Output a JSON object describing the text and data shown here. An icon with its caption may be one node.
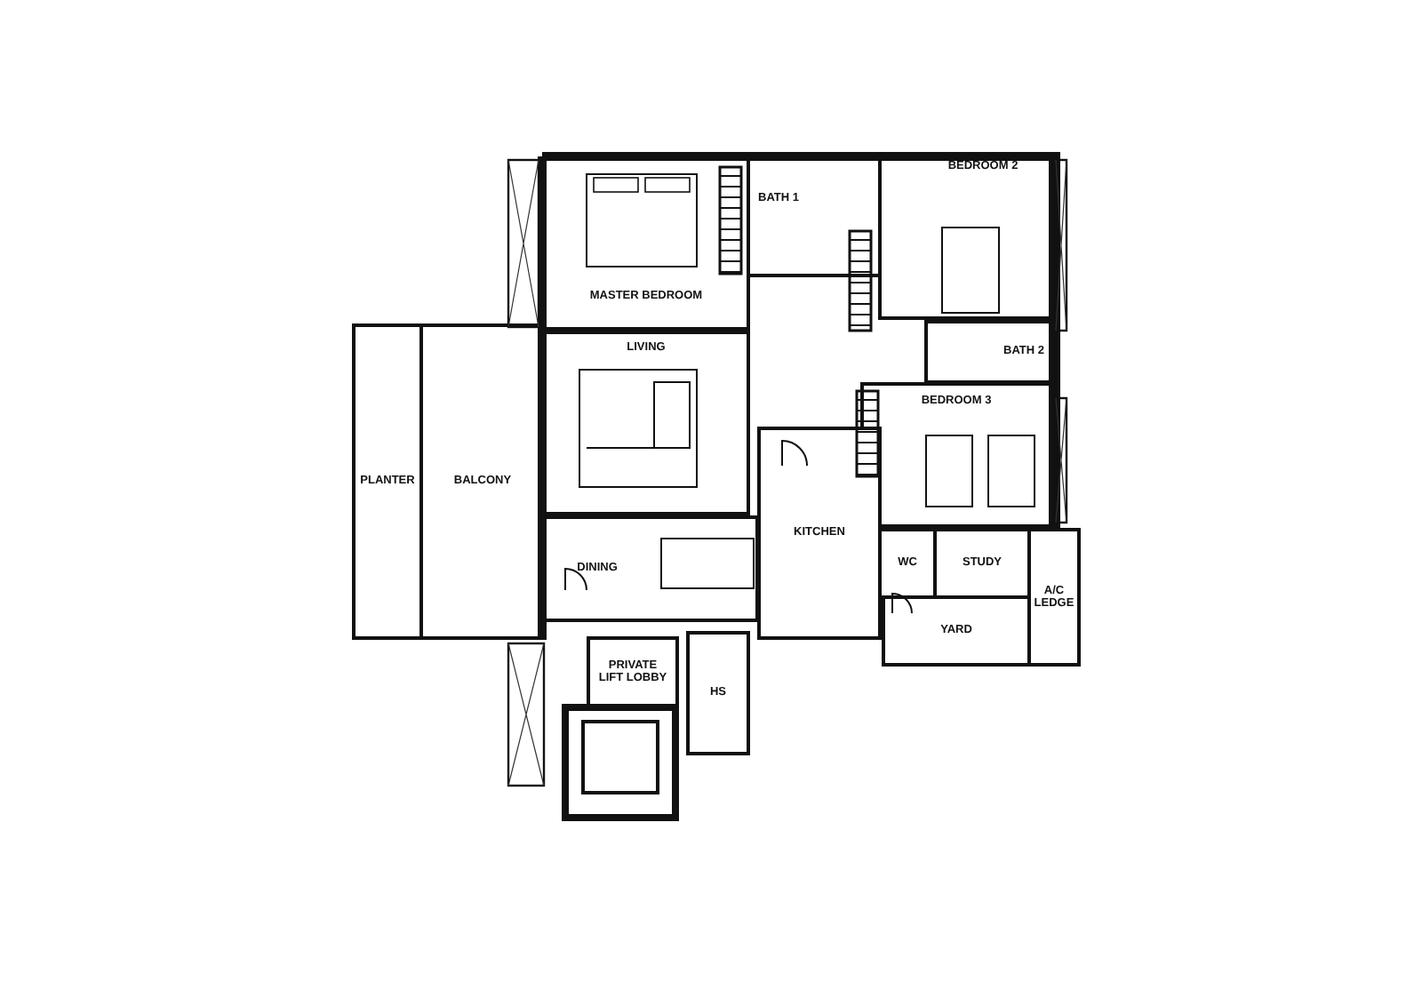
{
  "diagram": {
    "nodes": [
      {
        "text": [
          "MASTER BEDROOM"
        ]
      },
      {
        "text": [
          "BATH 1"
        ]
      },
      {
        "text": [
          "BEDROOM 2"
        ]
      },
      {
        "text": [
          "BATH 2"
        ]
      },
      {
        "text": [
          "PLANTER"
        ]
      },
      {
        "text": [
          "BALCONY"
        ]
      },
      {
        "text": [
          "LIVING"
        ]
      },
      {
        "text": [
          "BEDROOM 3"
        ]
      },
      {
        "text": [
          "DINING"
        ]
      },
      {
        "text": [
          "KITCHEN"
        ]
      },
      {
        "text": [
          "WC"
        ]
      },
      {
        "text": [
          "STUDY"
        ]
      },
      {
        "text": [
          "A/C LEDGE"
        ]
      },
      {
        "text": [
          "YARD"
        ]
      },
      {
        "text": [
          "PRIVATE LIFT LOBBY"
        ]
      },
      {
        "text": [
          "HS"
        ]
      }
    ]
  }
}
